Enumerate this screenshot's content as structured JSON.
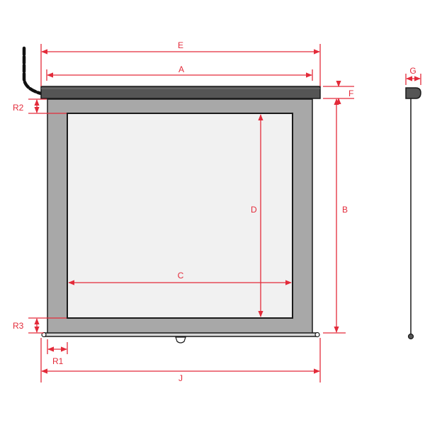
{
  "colors": {
    "dimension": "#e32b3a",
    "case": "#555555",
    "case_edge": "#1a1a1a",
    "border": "#a8a8a8",
    "screen": "#f1f1f1",
    "cable": "#111111"
  },
  "labels": {
    "E": "E",
    "A": "A",
    "F": "F",
    "R2": "R2",
    "D": "D",
    "B": "B",
    "C": "C",
    "R3": "R3",
    "R1": "R1",
    "J": "J",
    "G": "G"
  }
}
